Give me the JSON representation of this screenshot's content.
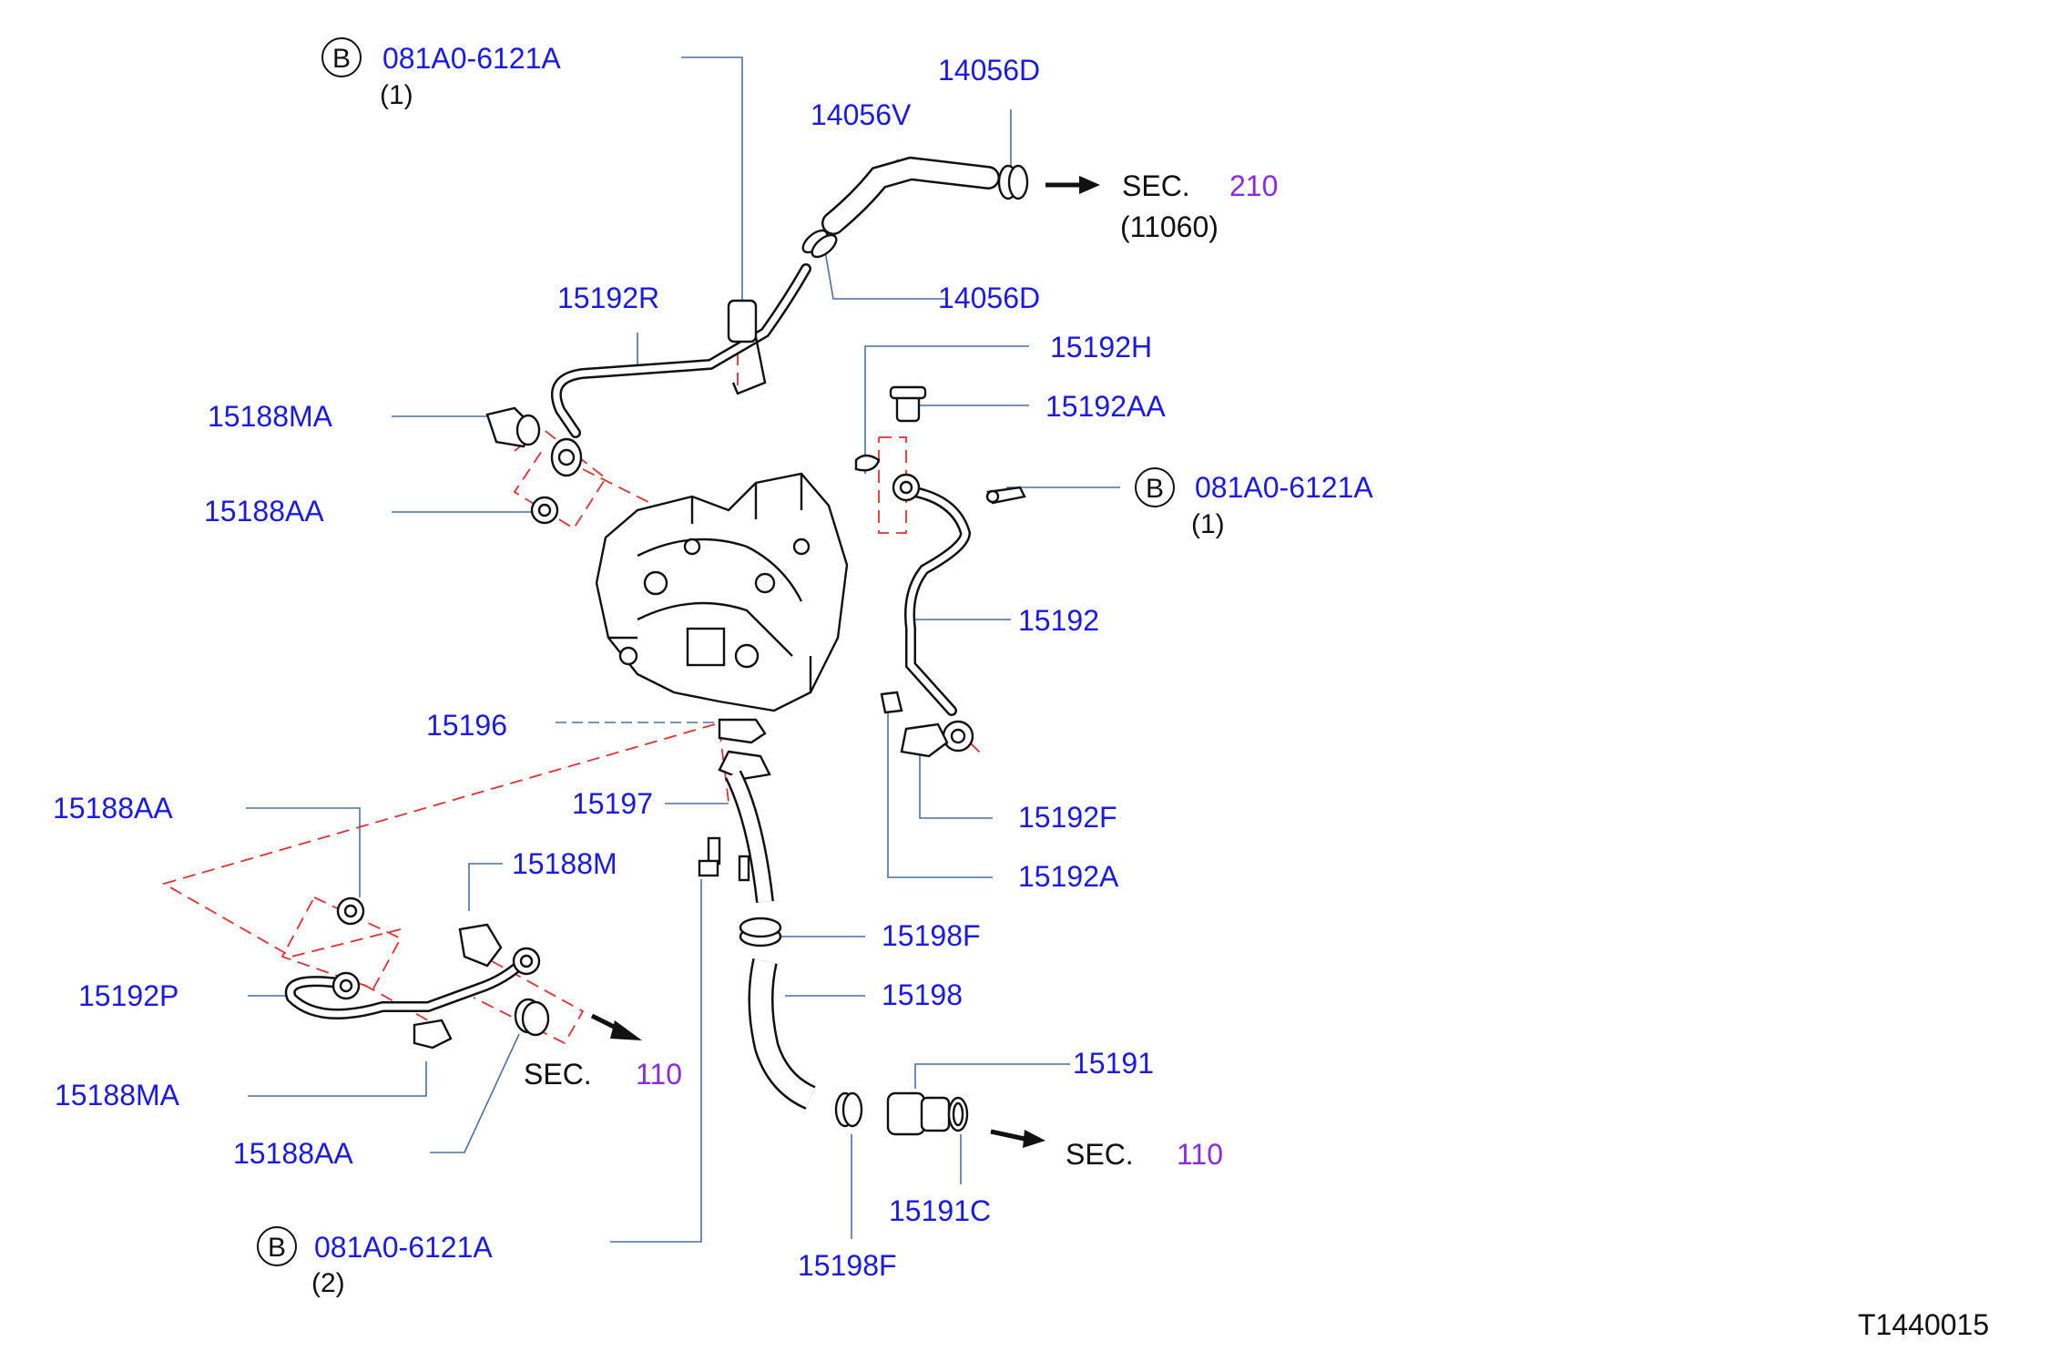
{
  "labels": {
    "bolt_top": {
      "circle": "B",
      "code": "081A0-6121A",
      "qty": "(1)"
    },
    "bolt_right": {
      "circle": "B",
      "code": "081A0-6121A",
      "qty": "(1)"
    },
    "bolt_bottom": {
      "circle": "B",
      "code": "081A0-6121A",
      "qty": "(2)"
    },
    "p14056D_top": "14056D",
    "p14056V": "14056V",
    "p14056D_mid": "14056D",
    "p15192R": "15192R",
    "p15188MA_top": "15188MA",
    "p15188AA_top": "15188AA",
    "p15192H": "15192H",
    "p15192AA": "15192AA",
    "p15192": "15192",
    "p15196": "15196",
    "p15197": "15197",
    "p15192F": "15192F",
    "p15192A": "15192A",
    "p15188AA_left": "15188AA",
    "p15188M": "15188M",
    "p15192P": "15192P",
    "p15188MA_bottom": "15188MA",
    "p15188AA_bottom": "15188AA",
    "p15198F_top": "15198F",
    "p15198": "15198",
    "p15191": "15191",
    "p15191C": "15191C",
    "p15198F_bottom": "15198F",
    "diagram_ref": "T1440015"
  },
  "sections": {
    "sec_top": {
      "word": "SEC.",
      "num": "210",
      "sub": "(11060)"
    },
    "sec_left": {
      "word": "SEC.",
      "num": "110"
    },
    "sec_right": {
      "word": "SEC.",
      "num": "110"
    }
  },
  "colors": {
    "label_blue": "#1a1ae6",
    "section_purple": "#8a2be2",
    "leader_line": "#4a6fa5",
    "dashed_red": "#e03030"
  }
}
